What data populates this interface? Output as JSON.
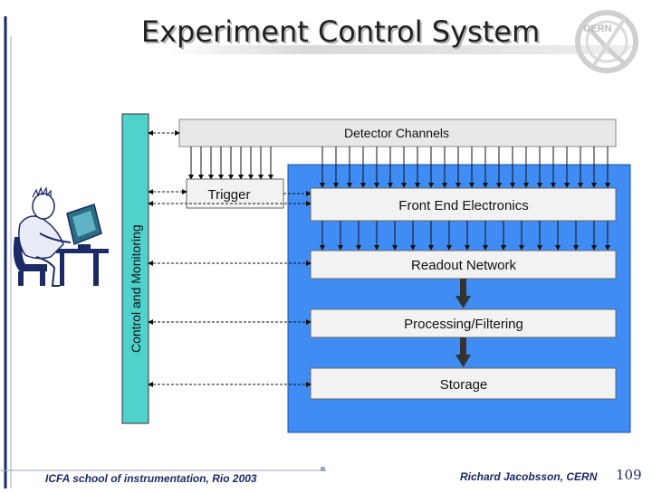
{
  "slide": {
    "title": "Experiment Control System",
    "logo_text": "CERN",
    "page_number": "109"
  },
  "diagram": {
    "detector_channels": "Detector Channels",
    "trigger": "Trigger",
    "front_end": "Front End Electronics",
    "readout_network": "Readout Network",
    "processing": "Processing/Filtering",
    "storage": "Storage",
    "control_bar": "Control and Monitoring"
  },
  "footer": {
    "left": "ICFA school of instrumentation, Rio 2003",
    "right": "Richard Jacobsson, CERN"
  },
  "colors": {
    "blue_panel": "#3f8cf4",
    "control_bar": "#4fd1cc",
    "footer_text": "#1c2a66"
  }
}
